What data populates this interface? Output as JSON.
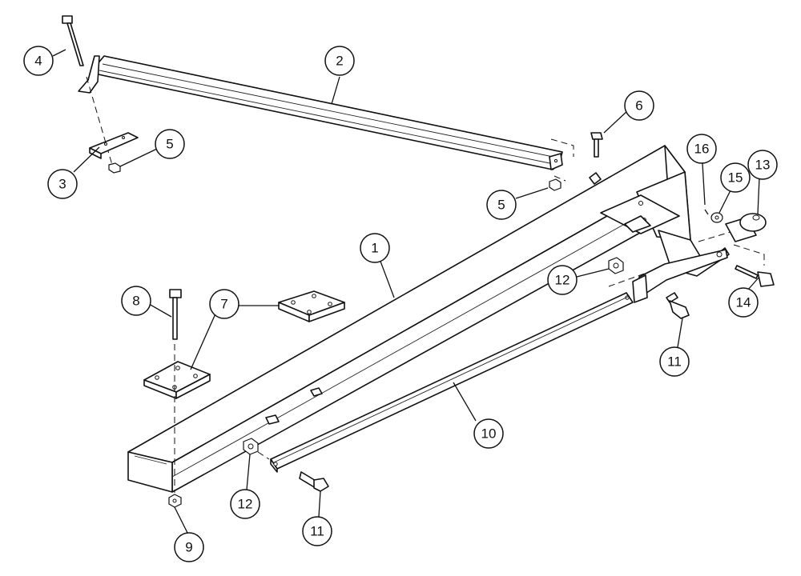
{
  "callouts": [
    {
      "id": "c4",
      "label": "4"
    },
    {
      "id": "c2",
      "label": "2"
    },
    {
      "id": "c3",
      "label": "3"
    },
    {
      "id": "c5a",
      "label": "5"
    },
    {
      "id": "c6",
      "label": "6"
    },
    {
      "id": "c5b",
      "label": "5"
    },
    {
      "id": "c16",
      "label": "16"
    },
    {
      "id": "c15",
      "label": "15"
    },
    {
      "id": "c13",
      "label": "13"
    },
    {
      "id": "c1",
      "label": "1"
    },
    {
      "id": "c12a",
      "label": "12"
    },
    {
      "id": "c14",
      "label": "14"
    },
    {
      "id": "c8",
      "label": "8"
    },
    {
      "id": "c7",
      "label": "7"
    },
    {
      "id": "c11a",
      "label": "11"
    },
    {
      "id": "c10",
      "label": "10"
    },
    {
      "id": "c12b",
      "label": "12"
    },
    {
      "id": "c11b",
      "label": "11"
    },
    {
      "id": "c9",
      "label": "9"
    }
  ],
  "colors": {
    "line": "#111111",
    "background": "#ffffff"
  }
}
